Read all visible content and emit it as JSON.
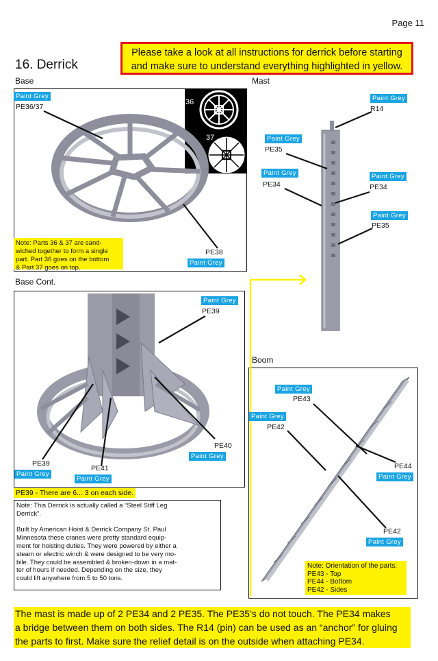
{
  "page_number": "Page 11",
  "title": "16. Derrick",
  "warning": [
    "Please take a look at all instructions for derrick before starting",
    "and make sure to understand everything highlighted in yellow."
  ],
  "sections": {
    "base": "Base",
    "mast": "Mast",
    "base_cont": "Base Cont.",
    "boom": "Boom"
  },
  "paint": "Paint Grey",
  "base": {
    "parts": [
      "PE36/37",
      "PE38"
    ],
    "inset_labels": [
      "36",
      "37"
    ],
    "note": [
      "Note: Parts 36 & 37 are sand-",
      "wiched together to form a single",
      "part. Part 36 goes on the bottom",
      "& Part 37 goes on top."
    ]
  },
  "mast": {
    "parts": [
      "R14",
      "PE35",
      "PE34",
      "PE34",
      "PE35"
    ]
  },
  "base_cont": {
    "parts": [
      "PE39",
      "PE40",
      "PE39",
      "PE41"
    ],
    "note": "PE39 - There are 6... 3 on each side."
  },
  "boom": {
    "parts": [
      "PE43",
      "PE42",
      "PE44",
      "PE42"
    ],
    "note": [
      "Note: Orientation of the parts:",
      "PE43 - Top",
      "PE44 - Bottom",
      "PE42 - Sides"
    ]
  },
  "history": [
    "Note: This Derrick is actually called a “Steel Stiff Leg",
    "Derrick”.",
    "",
    "Built by American Hoist & Derrick Company St. Paul",
    "Minnesota these cranes were pretty standard equip-",
    "ment for hoisting duties. They were powered by either a",
    "steam or electric winch & were designed to be very mo-",
    "bile. They could be assembled & broken-down in a mat-",
    "ter of hours if needed. Depending on the size, they",
    "could lift anywhere from 5 to 50 tons."
  ],
  "footer": [
    "The mast is made up of 2 PE34 and 2 PE35. The PE35’s do not touch. The PE34 makes",
    "a bridge between them on both sides. The R14 (pin) can be used as an “anchor” for gluing",
    "the parts to first. Make sure the relief detail is on the outside when attaching PE34."
  ],
  "colors": {
    "highlight": "#fff200",
    "paint_tag": "#1aa4e3",
    "warning_border": "#e3151a",
    "part_grey": "#9a9aa8"
  }
}
